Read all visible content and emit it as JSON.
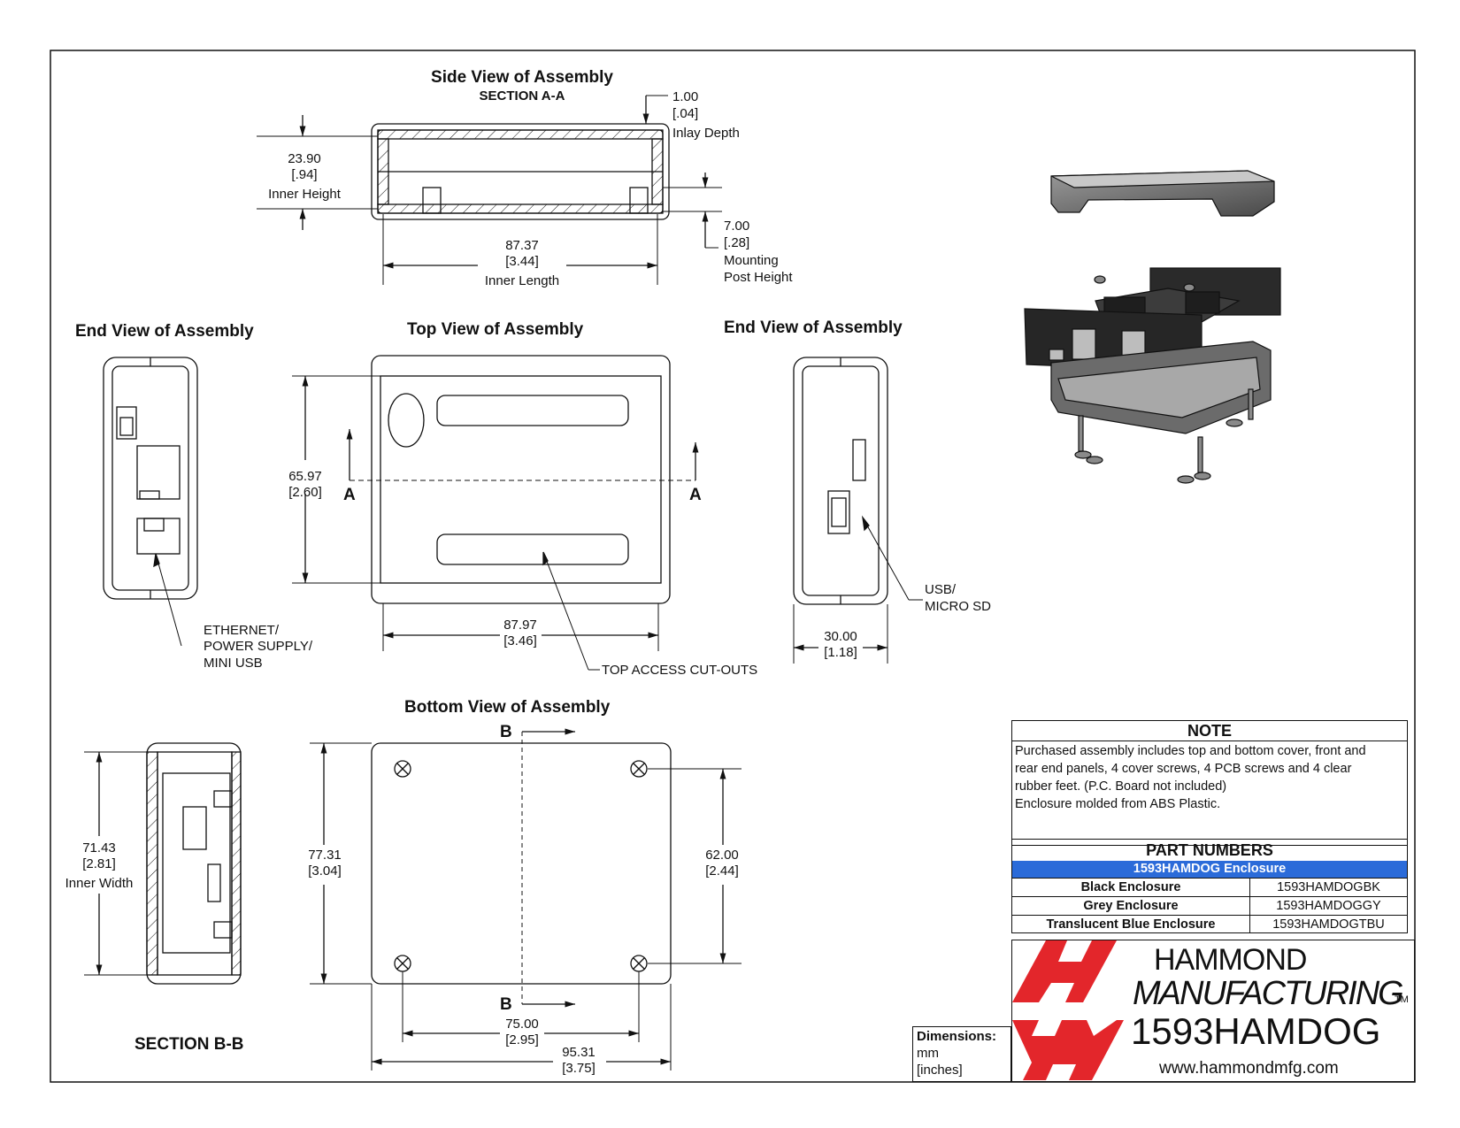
{
  "side_view": {
    "title": "Side View of Assembly",
    "subtitle": "SECTION A-A",
    "inlay_value": "1.00",
    "inlay_inch": "[.04]",
    "inlay_label": "Inlay Depth",
    "height_value": "23.90",
    "height_inch": "[.94]",
    "height_label": "Inner Height",
    "length_value": "87.37",
    "length_inch": "[3.44]",
    "length_label": "Inner Length",
    "post_value": "7.00",
    "post_inch": "[.28]",
    "post_label_1": "Mounting",
    "post_label_2": "Post Height"
  },
  "end_view_left": {
    "title": "End View of Assembly",
    "callout_1": "ETHERNET/",
    "callout_2": "POWER SUPPLY/",
    "callout_3": "MINI USB"
  },
  "top_view": {
    "title": "Top View of Assembly",
    "height_value": "65.97",
    "height_inch": "[2.60]",
    "section_marker_left": "A",
    "section_marker_right": "A",
    "width_value": "87.97",
    "width_inch": "[3.46]",
    "cutouts_label": "TOP ACCESS CUT-OUTS"
  },
  "end_view_right": {
    "title": "End View of Assembly",
    "callout_1": "USB/",
    "callout_2": "MICRO SD",
    "width_value": "30.00",
    "width_inch": "[1.18]"
  },
  "section_b": {
    "label": "SECTION B-B",
    "width_value": "71.43",
    "width_inch": "[2.81]",
    "width_label": "Inner Width"
  },
  "bottom_view": {
    "title": "Bottom View of Assembly",
    "marker_top": "B",
    "marker_bottom": "B",
    "height_value": "77.31",
    "height_inch": "[3.04]",
    "hole_spacing_v_value": "62.00",
    "hole_spacing_v_inch": "[2.44]",
    "hole_spacing_h_value": "75.00",
    "hole_spacing_h_inch": "[2.95]",
    "overall_value": "95.31",
    "overall_inch": "[3.75]"
  },
  "note": {
    "title": "NOTE",
    "line_1": "Purchased assembly includes top and bottom cover, front and",
    "line_2": "rear end panels, 4 cover screws, 4 PCB screws and 4 clear",
    "line_3": "rubber feet. (P.C. Board not included)",
    "line_4": "Enclosure molded from ABS Plastic."
  },
  "part_numbers": {
    "title": "PART NUMBERS",
    "header": "1593HAMDOG Enclosure",
    "rows": [
      {
        "name": "Black Enclosure",
        "code": "1593HAMDOGBK"
      },
      {
        "name": "Grey Enclosure",
        "code": "1593HAMDOGGY"
      },
      {
        "name": "Translucent Blue Enclosure",
        "code": "1593HAMDOGTBU"
      }
    ],
    "header_color": "#2b6bd9"
  },
  "dimensions_box": {
    "title": "Dimensions:",
    "unit_1": "mm",
    "unit_2": "[inches]"
  },
  "title_block": {
    "company_1": "HAMMOND",
    "company_2": "MANUFACTURING",
    "trademark": "TM",
    "part": "1593HAMDOG",
    "website": "www.hammondmfg.com",
    "brand_color": "#e3262b"
  }
}
